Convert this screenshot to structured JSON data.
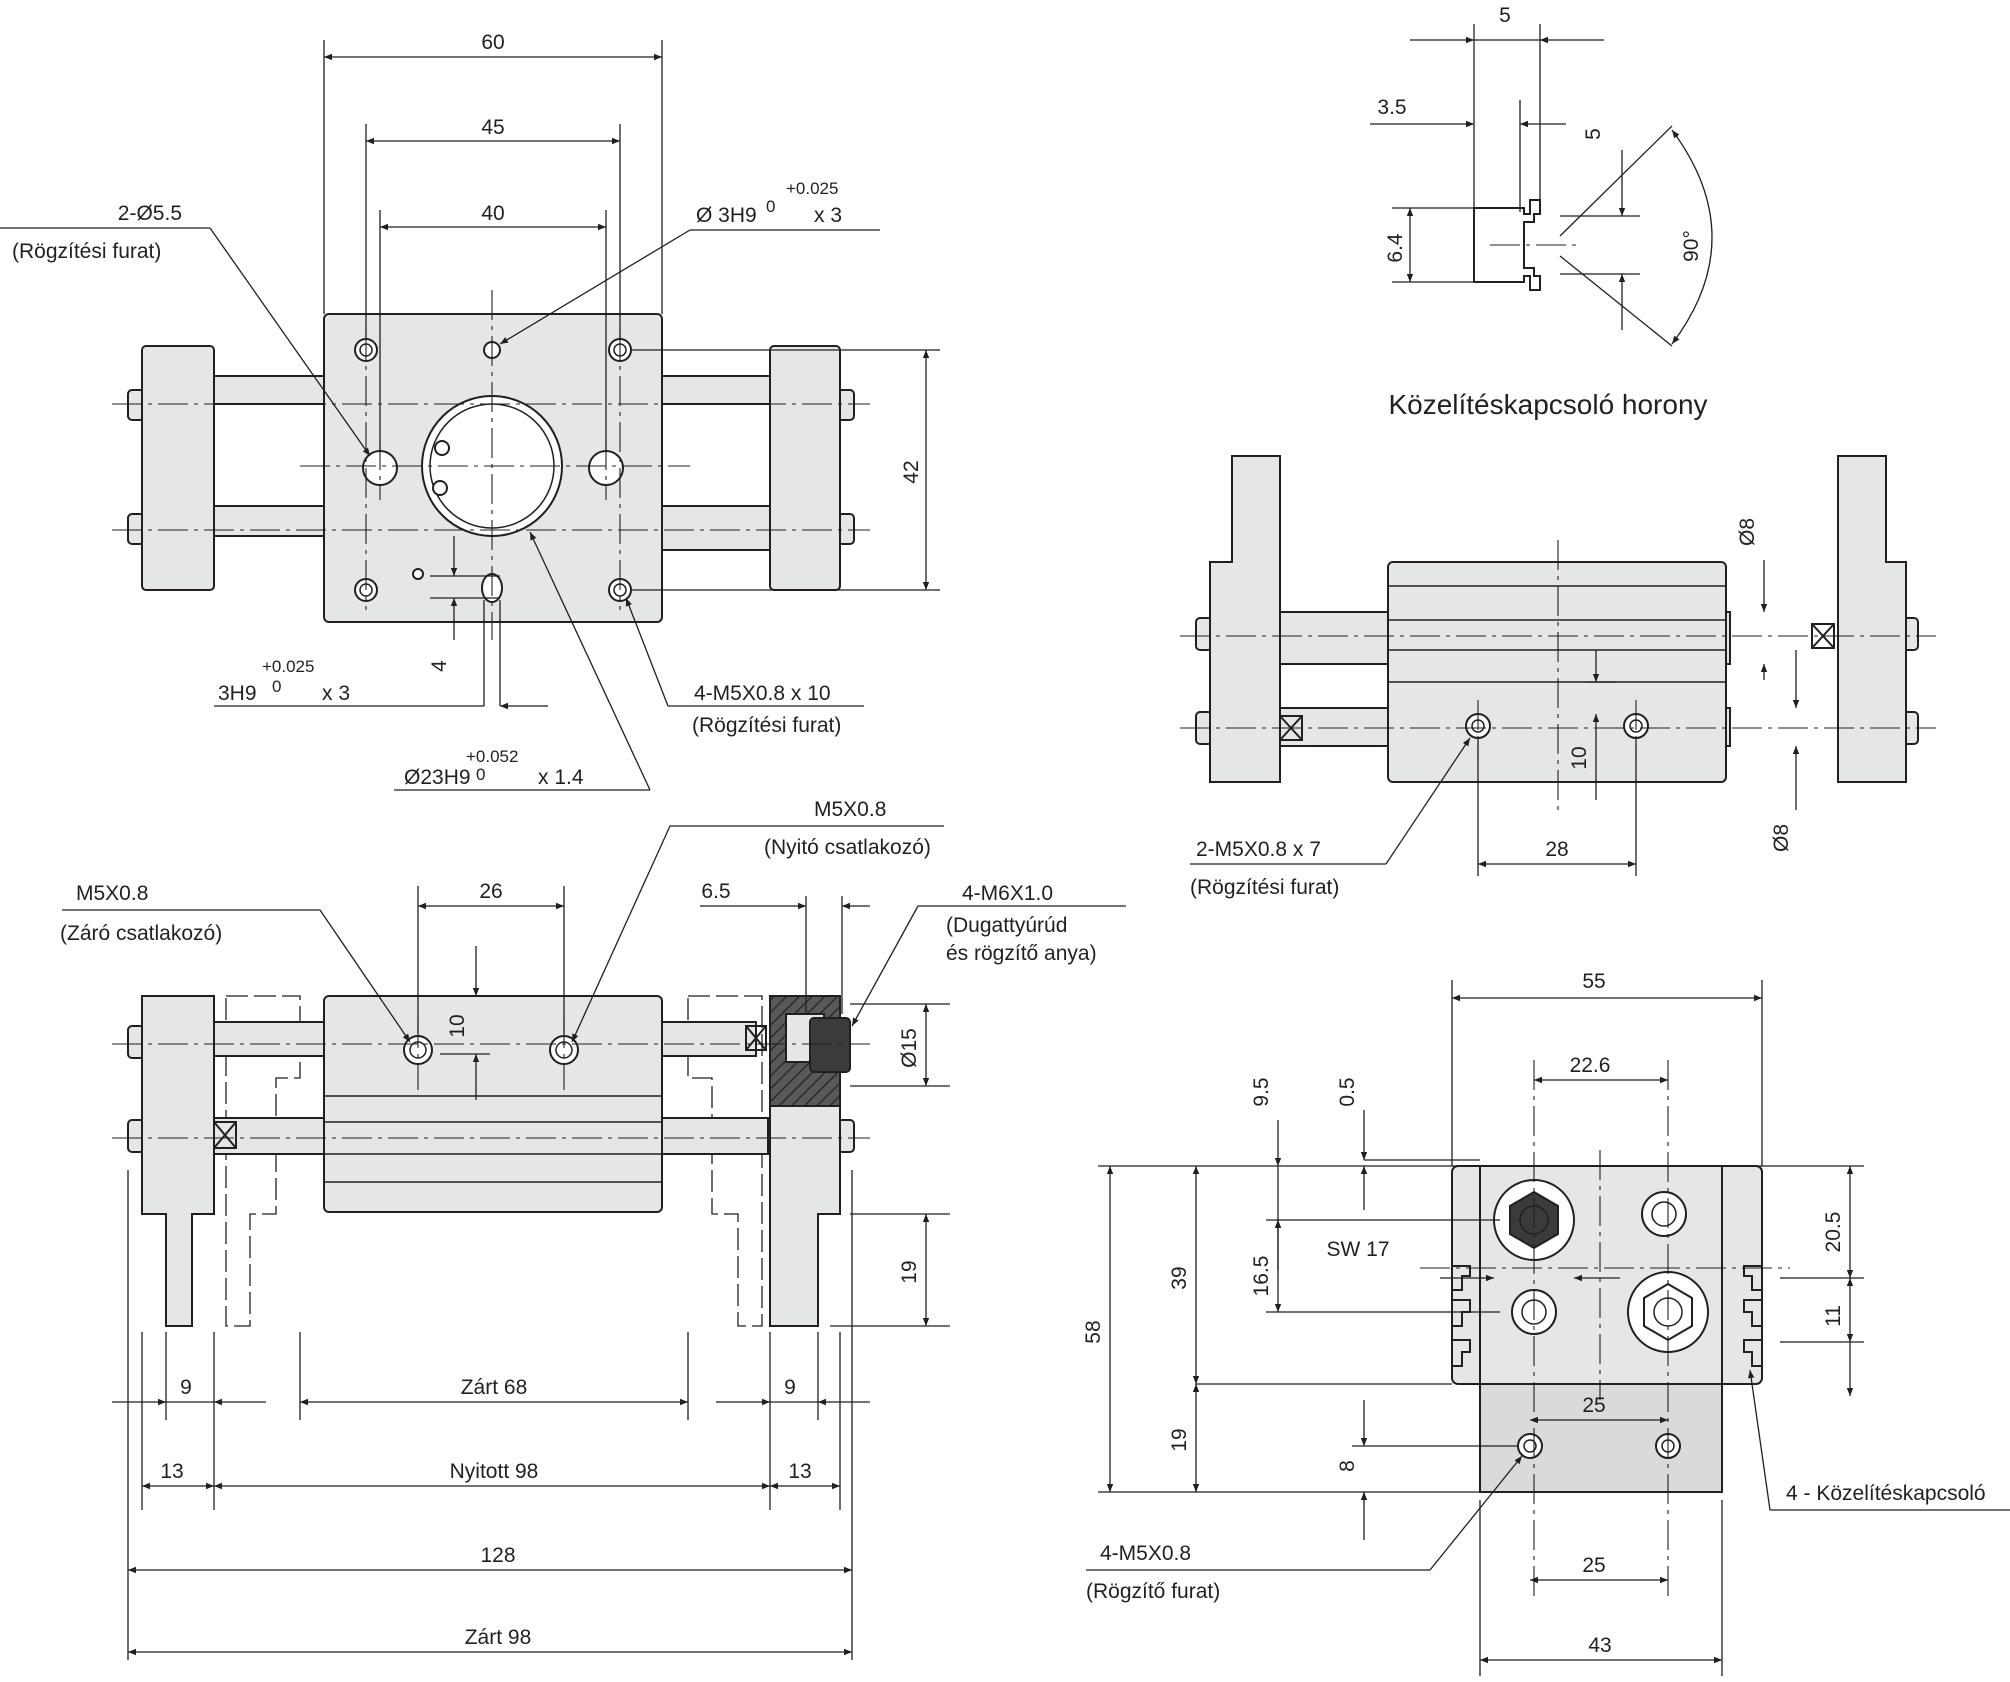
{
  "top_view": {
    "dim_60": "60",
    "dim_45": "45",
    "dim_40": "40",
    "dim_42": "42",
    "dim_4": "4",
    "hole_2x55": "2-Ø5.5",
    "hole_2x55_note": "(Rögzítési furat)",
    "pin_hole_top": "Ø 3H9",
    "pin_hole_top_tol_upper": "+0.025",
    "pin_hole_top_tol_lower": "0",
    "pin_hole_top_depth": "x 3",
    "pin_hole_bottom": "3H9",
    "pin_hole_bottom_tol_upper": "+0.025",
    "pin_hole_bottom_tol_lower": "0",
    "pin_hole_bottom_depth": "x 3",
    "bore": "Ø23H9",
    "bore_tol_upper": "+0.052",
    "bore_tol_lower": "0",
    "bore_depth": "x 1.4",
    "thread_4xm5": "4-M5X0.8 x 10",
    "thread_4xm5_note": "(Rögzítési furat)"
  },
  "slot_detail": {
    "dim_5_top": "5",
    "dim_3_5": "3.5",
    "dim_5_side": "5",
    "dim_6_4": "6.4",
    "angle": "90°",
    "caption": "Közelítéskapcsoló horony"
  },
  "right_view": {
    "dim_d8_top": "Ø8",
    "dim_d8_bottom": "Ø8",
    "dim_10": "10",
    "dim_28": "28",
    "thread": "2-M5X0.8 x 7",
    "thread_note": "(Rögzítési furat)"
  },
  "front_view": {
    "port_close": "M5X0.8",
    "port_close_note": "(Záró csatlakozó)",
    "port_open": "M5X0.8",
    "port_open_note": "(Nyitó csatlakozó)",
    "rod_thread": "4-M6X1.0",
    "rod_thread_note_1": "(Dugattyúrúd",
    "rod_thread_note_2": "és rögzítő anya)",
    "dim_26": "26",
    "dim_10": "10",
    "dim_6_5": "6.5",
    "dim_d15": "Ø15",
    "dim_19": "19",
    "dim_9_left": "9",
    "dim_9_right": "9",
    "dim_closed_68": "Zárt 68",
    "dim_13_left": "13",
    "dim_13_right": "13",
    "dim_open_98": "Nyitott 98",
    "dim_128": "128",
    "dim_closed_98": "Zárt 98"
  },
  "end_view": {
    "dim_55": "55",
    "dim_22_6": "22.6",
    "dim_9_5": "9.5",
    "dim_0_5": "0.5",
    "dim_sw17": "SW 17",
    "dim_16_5": "16.5",
    "dim_39": "39",
    "dim_58": "58",
    "dim_20_5": "20.5",
    "dim_11": "11",
    "dim_25_upper": "25",
    "dim_19": "19",
    "dim_8": "8",
    "dim_25_lower": "25",
    "dim_43": "43",
    "thread": "4-M5X0.8",
    "thread_note": "(Rögzítő furat)",
    "switch_slot": "4 - Közelítéskapcsoló"
  }
}
